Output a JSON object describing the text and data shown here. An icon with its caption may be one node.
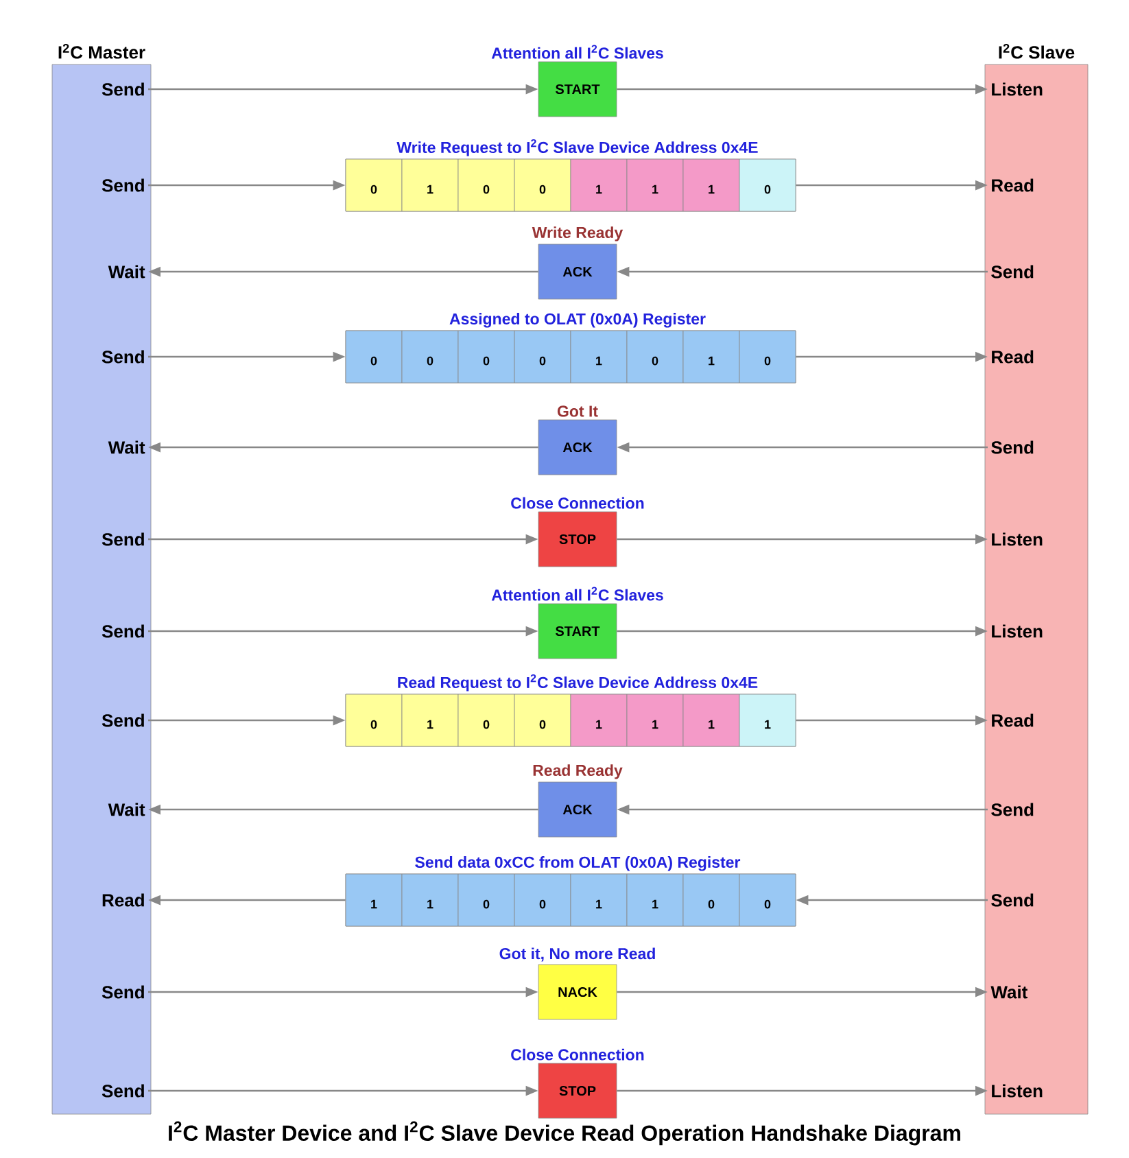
{
  "diagram": {
    "caption": "I$^{2}$C Master Device and I$^{2}$C Slave Device Read Operation Handshake Diagram",
    "nodes": [
      {
        "text": [
          "I$^{2}$C Master"
        ]
      },
      {
        "text": [
          "I$^{2}$C Slave"
        ]
      },
      {
        "text": [
          "Send"
        ],
        "in": 0
      },
      {
        "text": [
          "START"
        ],
        "beside": [
          "Attention all I$^{2}$C Slaves"
        ]
      },
      {
        "text": [
          "Listen"
        ],
        "in": 1
      },
      {
        "text": [
          "Send"
        ],
        "in": 0
      },
      {
        "text": [],
        "shape": "box",
        "beside": [
          "Write Request to I$^{2}$C Slave Device Address 0x4E"
        ]
      },
      {
        "text": [
          "0"
        ],
        "in": 6
      },
      {
        "text": [
          "1"
        ],
        "in": 6
      },
      {
        "text": [
          "0"
        ],
        "in": 6
      },
      {
        "text": [
          "0"
        ],
        "in": 6
      },
      {
        "text": [
          "1"
        ],
        "in": 6
      },
      {
        "text": [
          "1"
        ],
        "in": 6
      },
      {
        "text": [
          "1"
        ],
        "in": 6
      },
      {
        "text": [
          "0"
        ],
        "in": 6
      },
      {
        "text": [
          "Read"
        ],
        "in": 1
      },
      {
        "text": [
          "Wait"
        ],
        "in": 0
      },
      {
        "text": [
          "ACK"
        ],
        "beside": [
          "Write Ready"
        ]
      },
      {
        "text": [
          "Send"
        ],
        "in": 1
      },
      {
        "text": [
          "Send"
        ],
        "in": 0
      },
      {
        "text": [],
        "shape": "box",
        "beside": [
          "Assigned to OLAT (0x0A) Register"
        ]
      },
      {
        "text": [
          "0"
        ],
        "in": 20
      },
      {
        "text": [
          "0"
        ],
        "in": 20
      },
      {
        "text": [
          "0"
        ],
        "in": 20
      },
      {
        "text": [
          "0"
        ],
        "in": 20
      },
      {
        "text": [
          "1"
        ],
        "in": 20
      },
      {
        "text": [
          "0"
        ],
        "in": 20
      },
      {
        "text": [
          "1"
        ],
        "in": 20
      },
      {
        "text": [
          "0"
        ],
        "in": 20
      },
      {
        "text": [
          "Read"
        ],
        "in": 1
      },
      {
        "text": [
          "Wait"
        ],
        "in": 0
      },
      {
        "text": [
          "ACK"
        ],
        "beside": [
          "Got It"
        ]
      },
      {
        "text": [
          "Send"
        ],
        "in": 1
      },
      {
        "text": [
          "Send"
        ],
        "in": 0
      },
      {
        "text": [
          "STOP"
        ],
        "beside": [
          "Close Connection"
        ]
      },
      {
        "text": [
          "Listen"
        ],
        "in": 1
      },
      {
        "text": [
          "Send"
        ],
        "in": 0
      },
      {
        "text": [
          "START"
        ],
        "beside": [
          "Attention all I$^{2}$C Slaves"
        ]
      },
      {
        "text": [
          "Listen"
        ],
        "in": 1
      },
      {
        "text": [
          "Send"
        ],
        "in": 0
      },
      {
        "text": [],
        "shape": "box",
        "beside": [
          "Read Request to I$^{2}$C Slave Device Address 0x4E"
        ]
      },
      {
        "text": [
          "0"
        ],
        "in": 40
      },
      {
        "text": [
          "1"
        ],
        "in": 40
      },
      {
        "text": [
          "0"
        ],
        "in": 40
      },
      {
        "text": [
          "0"
        ],
        "in": 40
      },
      {
        "text": [
          "1"
        ],
        "in": 40
      },
      {
        "text": [
          "1"
        ],
        "in": 40
      },
      {
        "text": [
          "1"
        ],
        "in": 40
      },
      {
        "text": [
          "1"
        ],
        "in": 40
      },
      {
        "text": [
          "Read"
        ],
        "in": 1
      },
      {
        "text": [
          "Wait"
        ],
        "in": 0
      },
      {
        "text": [
          "ACK"
        ],
        "beside": [
          "Read Ready"
        ]
      },
      {
        "text": [
          "Send"
        ],
        "in": 1
      },
      {
        "text": [
          "Read"
        ],
        "in": 0
      },
      {
        "text": [],
        "shape": "box",
        "beside": [
          "Send data 0xCC from OLAT (0x0A) Register"
        ]
      },
      {
        "text": [
          "1"
        ],
        "in": 54
      },
      {
        "text": [
          "1"
        ],
        "in": 54
      },
      {
        "text": [
          "0"
        ],
        "in": 54
      },
      {
        "text": [
          "0"
        ],
        "in": 54
      },
      {
        "text": [
          "1"
        ],
        "in": 54
      },
      {
        "text": [
          "1"
        ],
        "in": 54
      },
      {
        "text": [
          "0"
        ],
        "in": 54
      },
      {
        "text": [
          "0"
        ],
        "in": 54
      },
      {
        "text": [
          "Send"
        ],
        "in": 1
      },
      {
        "text": [
          "Send"
        ],
        "in": 0
      },
      {
        "text": [
          "NACK"
        ],
        "beside": [
          "Got it, No more Read"
        ]
      },
      {
        "text": [
          "Wait"
        ],
        "in": 1
      },
      {
        "text": [
          "Send"
        ],
        "in": 0
      },
      {
        "text": [
          "STOP"
        ],
        "beside": [
          "Close Connection"
        ]
      },
      {
        "text": [
          "Listen"
        ],
        "in": 1
      }
    ],
    "edges": [
      {
        "from": 2,
        "to": 3,
        "arrow": "to"
      },
      {
        "from": 3,
        "to": 4,
        "arrow": "to"
      },
      {
        "from": 5,
        "to": 6,
        "arrow": "to"
      },
      {
        "from": 6,
        "to": 15,
        "arrow": "to"
      },
      {
        "from": 18,
        "to": 17,
        "arrow": "to"
      },
      {
        "from": 17,
        "to": 16,
        "arrow": "to"
      },
      {
        "from": 19,
        "to": 20,
        "arrow": "to"
      },
      {
        "from": 20,
        "to": 29,
        "arrow": "to"
      },
      {
        "from": 32,
        "to": 31,
        "arrow": "to"
      },
      {
        "from": 31,
        "to": 30,
        "arrow": "to"
      },
      {
        "from": 33,
        "to": 34,
        "arrow": "to"
      },
      {
        "from": 34,
        "to": 35,
        "arrow": "to"
      },
      {
        "from": 36,
        "to": 37,
        "arrow": "to"
      },
      {
        "from": 37,
        "to": 38,
        "arrow": "to"
      },
      {
        "from": 39,
        "to": 40,
        "arrow": "to"
      },
      {
        "from": 40,
        "to": 49,
        "arrow": "to"
      },
      {
        "from": 52,
        "to": 51,
        "arrow": "to"
      },
      {
        "from": 51,
        "to": 50,
        "arrow": "to"
      },
      {
        "from": 63,
        "to": 54,
        "arrow": "to"
      },
      {
        "from": 54,
        "to": 53,
        "arrow": "to"
      },
      {
        "from": 64,
        "to": 65,
        "arrow": "to"
      },
      {
        "from": 65,
        "to": 66,
        "arrow": "to"
      },
      {
        "from": 67,
        "to": 68,
        "arrow": "to"
      },
      {
        "from": 68,
        "to": 69,
        "arrow": "to"
      }
    ]
  }
}
